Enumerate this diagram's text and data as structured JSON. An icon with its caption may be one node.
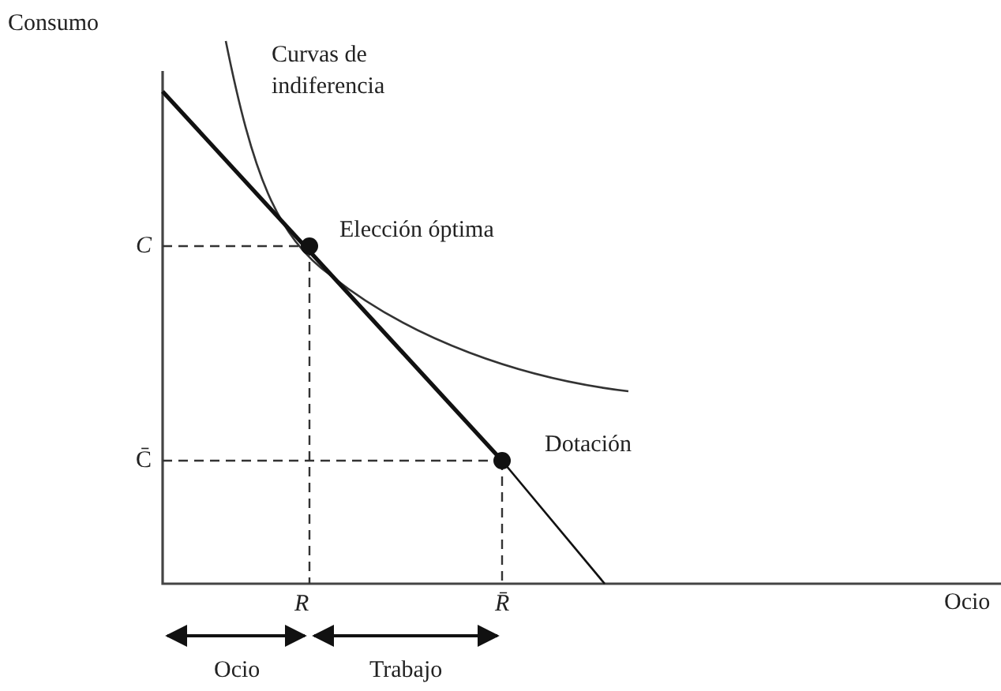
{
  "diagram": {
    "labels": [
      "Consumo",
      "Curvas de indiferencia",
      "Elección óptima",
      "C",
      "Dotación",
      "C̄",
      "R",
      "R̄",
      "Ocio",
      "Ocio",
      "Trabajo"
    ]
  }
}
